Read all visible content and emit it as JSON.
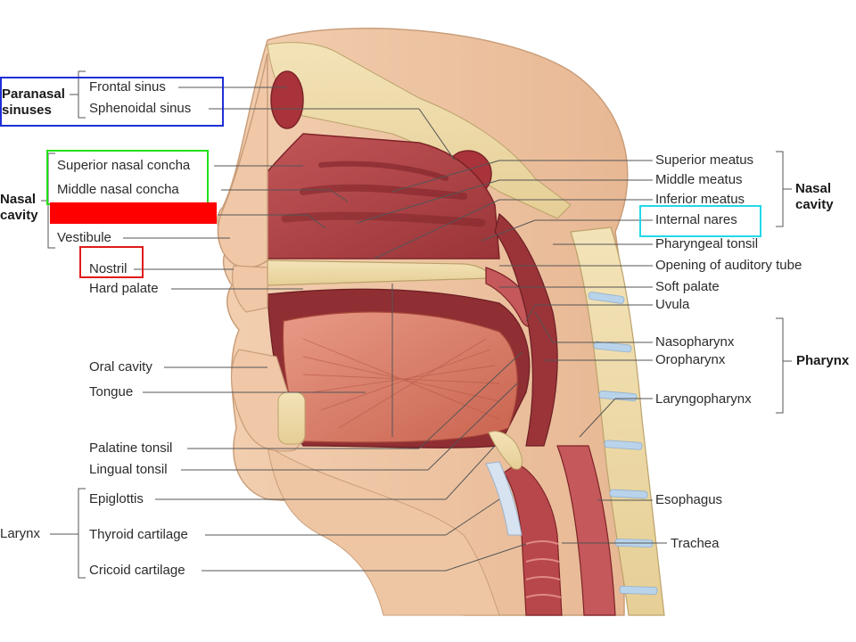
{
  "groups": {
    "paranasal": [
      "Paranasal",
      "sinuses"
    ],
    "nasal_left": [
      "Nasal",
      "cavity"
    ],
    "larynx": "Larynx",
    "nasal_right": [
      "Nasal",
      "cavity"
    ],
    "pharynx": "Pharynx"
  },
  "left_labels": {
    "frontal_sinus": "Frontal sinus",
    "sphenoidal_sinus": "Sphenoidal sinus",
    "superior_nasal_concha": "Superior nasal concha",
    "middle_nasal_concha": "Middle nasal concha",
    "vestibule": "Vestibule",
    "nostril": "Nostril",
    "hard_palate": "Hard palate",
    "oral_cavity": "Oral cavity",
    "tongue": "Tongue",
    "palatine_tonsil": "Palatine tonsil",
    "lingual_tonsil": "Lingual tonsil",
    "epiglottis": "Epiglottis",
    "thyroid_cartilage": "Thyroid cartilage",
    "cricoid_cartilage": "Cricoid cartilage"
  },
  "right_labels": {
    "superior_meatus": "Superior meatus",
    "middle_meatus": "Middle meatus",
    "inferior_meatus": "Inferior meatus",
    "internal_nares": "Internal nares",
    "pharyngeal_tonsil": "Pharyngeal tonsil",
    "opening_auditory_tube": "Opening of auditory tube",
    "soft_palate": "Soft palate",
    "uvula": "Uvula",
    "nasopharynx": "Nasopharynx",
    "oropharynx": "Oropharynx",
    "laryngopharynx": "Laryngopharynx",
    "esophagus": "Esophagus",
    "trachea": "Trachea"
  },
  "colors": {
    "highlight_blue": "#1f2fd6",
    "highlight_green": "#22e01a",
    "highlight_red": "#e01a1a",
    "highlight_cyan": "#22d8e8",
    "redaction": "#ff0000"
  }
}
